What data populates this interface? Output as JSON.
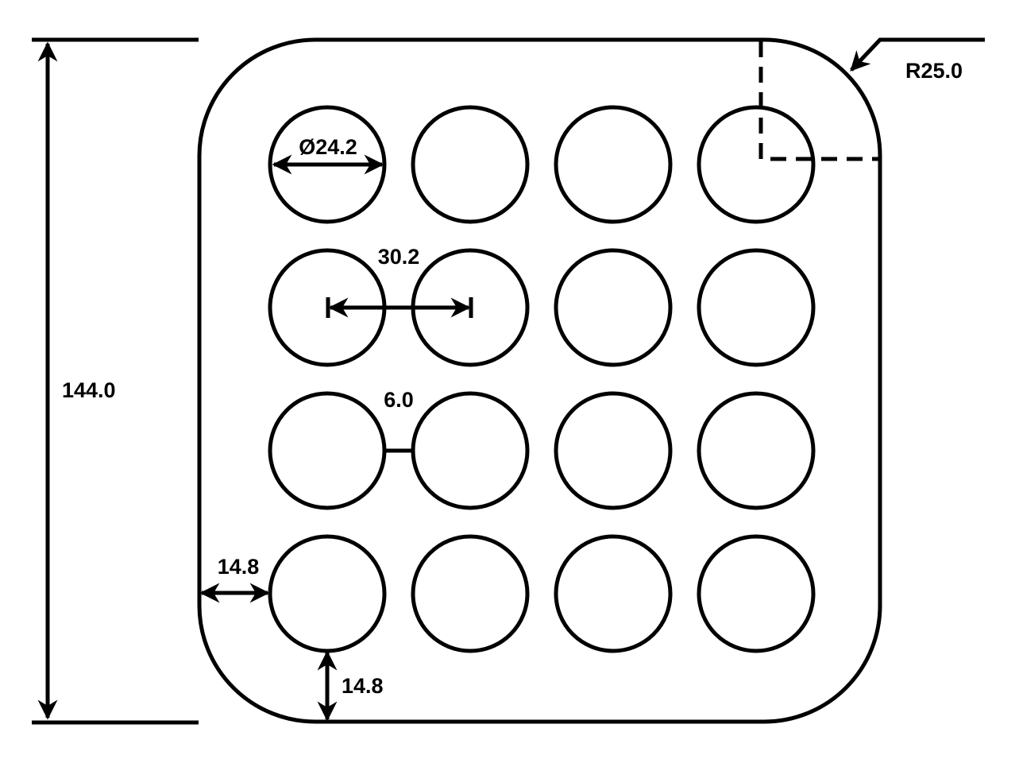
{
  "drawing": {
    "overall_height": "144.0",
    "corner_radius": "R25.0",
    "hole_diameter": "Ø24.2",
    "hole_pitch": "30.2",
    "hole_gap": "6.0",
    "edge_offset_x": "14.8",
    "edge_offset_y": "14.8",
    "hole_grid": {
      "rows": 4,
      "cols": 4
    },
    "line_color": "#000000"
  }
}
